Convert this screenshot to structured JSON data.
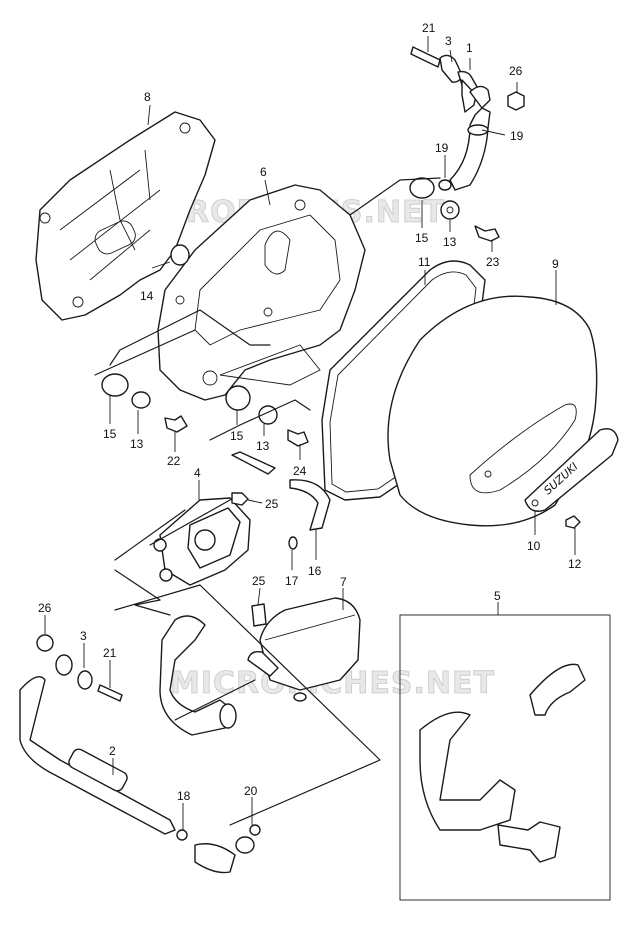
{
  "watermark": {
    "top": "MICROFICHES.NET",
    "bottom": "MICROFICHES.NET"
  },
  "brand_plate_text": "SUZUKI",
  "callouts": [
    "21",
    "3",
    "1",
    "26",
    "19",
    "19",
    "6",
    "8",
    "15",
    "13",
    "23",
    "11",
    "9",
    "14",
    "15",
    "13",
    "22",
    "15",
    "13",
    "24",
    "4",
    "25",
    "17",
    "16",
    "10",
    "12",
    "7",
    "25",
    "5",
    "26",
    "3",
    "21",
    "2",
    "18",
    "20"
  ]
}
